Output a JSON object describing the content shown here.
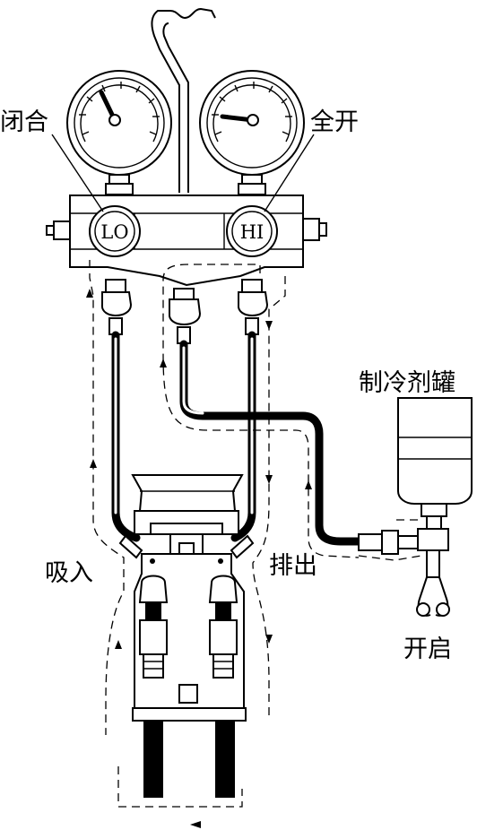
{
  "labels": {
    "closed": "闭合",
    "full_open": "全开",
    "lo": "LO",
    "hi": "HI",
    "refrigerant_can": "制冷剂罐",
    "suction": "吸入",
    "discharge": "排出",
    "open": "开启"
  }
}
